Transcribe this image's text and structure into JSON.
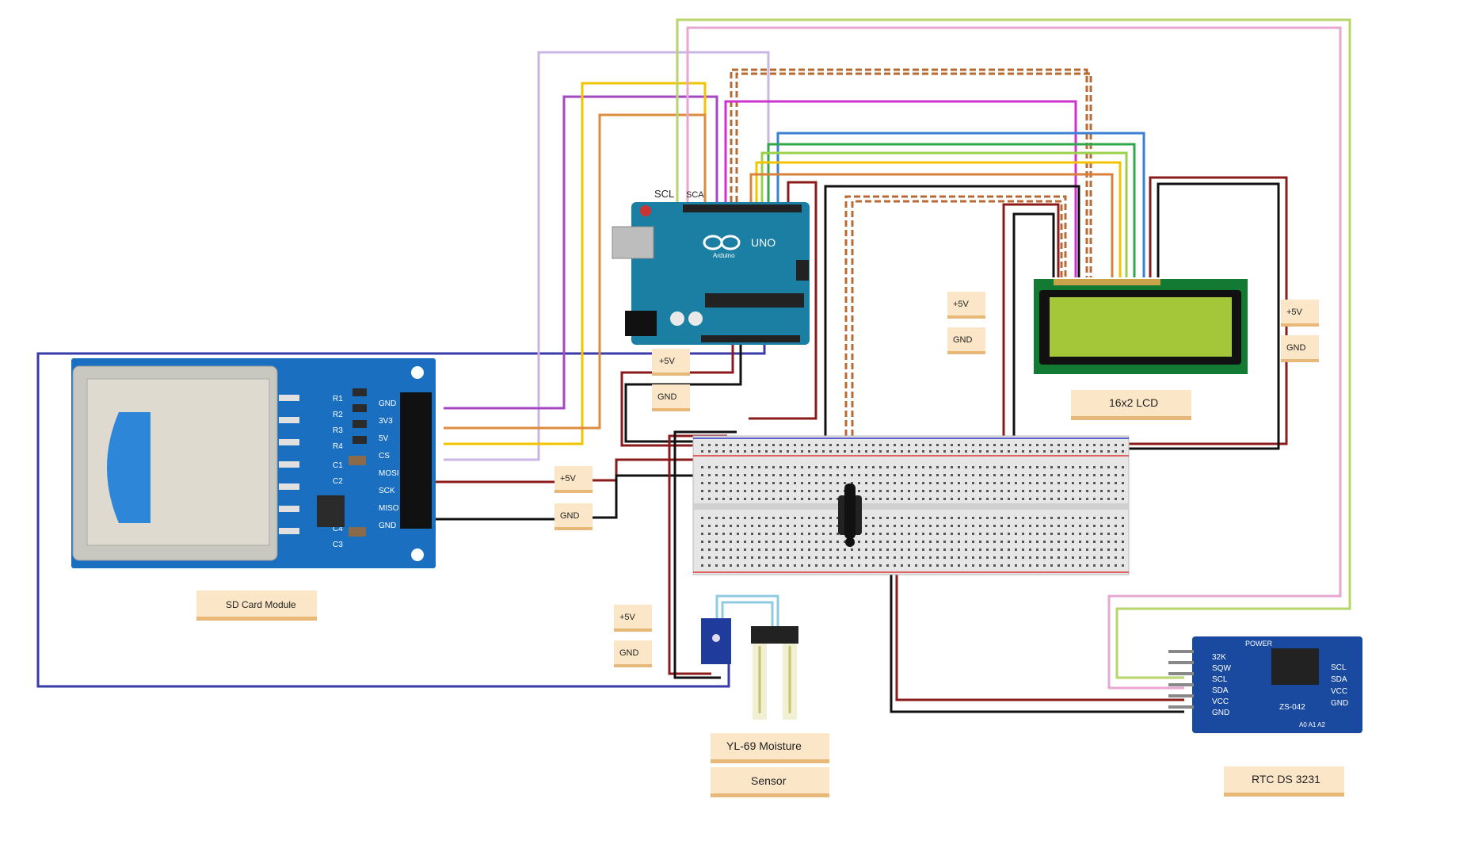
{
  "labels": {
    "sd_module": "SD Card Module",
    "moisture_line1": "YL-69 Moisture",
    "moisture_line2": "Sensor",
    "rtc": "RTC DS 3231",
    "lcd": "16x2 LCD",
    "scl": "SCL",
    "sca": "SCA",
    "plus5v": "+5V",
    "gnd": "GND"
  },
  "arduino": {
    "logo": "UNO",
    "brand": "Arduino"
  },
  "sd_pins": [
    "GND",
    "3V3",
    "5V",
    "CS",
    "MOSI",
    "SCK",
    "MISO",
    "GND"
  ],
  "sd_components": [
    "R1",
    "R2",
    "R3",
    "R4",
    "C1",
    "C2",
    "C3",
    "C4"
  ],
  "rtc_left_pins": [
    "32K",
    "SQW",
    "SCL",
    "SDA",
    "VCC",
    "GND"
  ],
  "rtc_right_pins": [
    "SCL",
    "SDA",
    "VCC",
    "GND"
  ],
  "rtc_marks": {
    "power": "POWER",
    "chip": "ZS-042",
    "addr": "A0 A1 A2"
  },
  "colors": {
    "blue_board": "#1a6fc1",
    "arduino_board": "#1b7fa3",
    "lcd_screen": "#a4c639",
    "label_bg": "#fbe6c8",
    "label_edge": "#e8b878"
  }
}
